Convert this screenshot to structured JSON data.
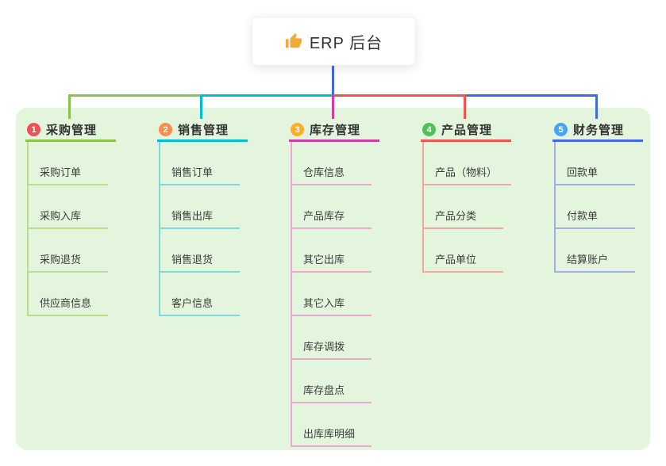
{
  "root": {
    "label": "ERP 后台",
    "icon": "thumbs-up-icon"
  },
  "colors": {
    "panel_background": "#e3f5dd",
    "root_connector": "#4169e1"
  },
  "branches": [
    {
      "number": "1",
      "label": "采购管理",
      "line_color": "#8cc152",
      "child_line_color": "#b9dc8e",
      "badge_color": "#ee5253",
      "children": [
        "采购订单",
        "采购入库",
        "采购退货",
        "供应商信息"
      ]
    },
    {
      "number": "2",
      "label": "销售管理",
      "line_color": "#00bcd4",
      "child_line_color": "#85d6d9",
      "badge_color": "#ff8c4b",
      "children": [
        "销售订单",
        "销售出库",
        "销售退货",
        "客户信息"
      ]
    },
    {
      "number": "3",
      "label": "库存管理",
      "line_color": "#d23ba1",
      "child_line_color": "#eba8d0",
      "badge_color": "#ffaf26",
      "children": [
        "仓库信息",
        "产品库存",
        "其它出库",
        "其它入库",
        "库存调拨",
        "库存盘点",
        "出库库明细"
      ]
    },
    {
      "number": "4",
      "label": "产品管理",
      "line_color": "#ef5350",
      "child_line_color": "#f3a6a4",
      "badge_color": "#52bf5a",
      "children": [
        "产品（物料）",
        "产品分类",
        "产品单位"
      ]
    },
    {
      "number": "5",
      "label": "财务管理",
      "line_color": "#4169e1",
      "child_line_color": "#9fb1e8",
      "badge_color": "#43a7f5",
      "children": [
        "回款单",
        "付款单",
        "结算账户"
      ]
    }
  ]
}
